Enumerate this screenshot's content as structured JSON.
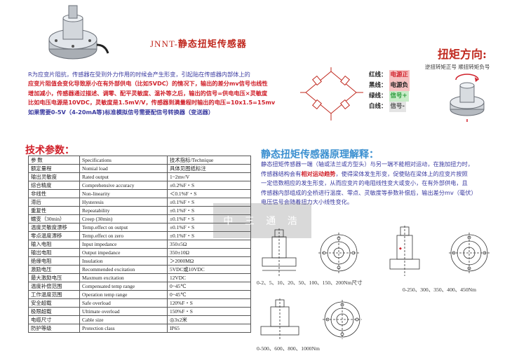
{
  "header": {
    "model_prefix": "JNNT-",
    "title": "静态扭矩传感器"
  },
  "description": {
    "line1a": "R为应变片阻抗，传感器在受到外力作用的时候会产生形变，引起贴在传感器内部体上的",
    "line2a": "应变片阻值会变化导致原小在有外部供电（比如5VDC）的情况下，输出的差分mv信号也线性",
    "line3a": "增加减小，传感器通过描述、调零、配平灵敏度、温补等之后，输出的信号=供电电压×灵敏度",
    "line4a": "比如电压电源是10VDC，灵敏度是1.5mV/V，传感器到满量程时输出的电压=10x1.5=15mv",
    "line5a": "如果需要0-5V（4-20mA等)标准模拟信号需要配信号转换器（变送器）"
  },
  "wires": [
    {
      "label": "红线：",
      "value": "电源正",
      "color": "#d0202a"
    },
    {
      "label": "黑线：",
      "value": "电源负",
      "color": "#222222"
    },
    {
      "label": "绿线：",
      "value": "信号+",
      "color": "#2a9a3a"
    },
    {
      "label": "白线：",
      "value": "信号-",
      "color": "#555555"
    }
  ],
  "torque_direction": {
    "title": "扭矩方向:",
    "subtitle": "逆扭转矩正号  顺扭转矩负号"
  },
  "params": {
    "title": "技术参数：",
    "rows": [
      [
        "参  数",
        "Specifications",
        "技术指标/Technique"
      ],
      [
        "额定量程",
        "Nomial load",
        "具体见图纸标注"
      ],
      [
        "输出灵敏度",
        "Rated output",
        "1~2mv/V"
      ],
      [
        "综合精度",
        "Comprehensive accuracy",
        "±0.2%F・S"
      ],
      [
        "非线性",
        "Non-linearity",
        "＜0.1%F・S"
      ],
      [
        "滞后",
        "Hysteresis",
        "±0.1%F・S"
      ],
      [
        "重复性",
        "Repeatability",
        "±0.1%F・S"
      ],
      [
        "蠕变（30min）",
        "Creep (30min)",
        "±0.1%F・S"
      ],
      [
        "温度灵敏度漂移",
        "Temp.effect on output",
        "±0.1%F・S"
      ],
      [
        "零点温度漂移",
        "Temp.effect on zero",
        "±0.1%F・S"
      ],
      [
        "输入电阻",
        "Input impedance",
        "350±5Ω"
      ],
      [
        "输出电阻",
        "Output impedance",
        "350±10Ω"
      ],
      [
        "绝缘电阻",
        "Insulation",
        "＞2000MΩ"
      ],
      [
        "激励电压",
        "Recommended excitation",
        "5VDC或10VDC"
      ],
      [
        "最大激励电压",
        "Maxmum excitation",
        "12VDC"
      ],
      [
        "温度补偿范围",
        "Compensated temp range",
        "0~45℃"
      ],
      [
        "工作温度范围",
        "Operation temp range",
        "0~45℃"
      ],
      [
        "安全超载",
        "Safe overload",
        "120%F・S"
      ],
      [
        "极限超载",
        "Ultimate overload",
        "150%F・S"
      ],
      [
        "电缆尺寸",
        "Cable size",
        "◎3x2米"
      ],
      [
        "防护等级",
        "Protection class",
        "IP65"
      ]
    ]
  },
  "principle": {
    "title": "静态扭矩传感器原理解释：",
    "text_a": "静态扭矩传感器一端（轴或法兰或方型头）与另一端不能相对运动，在施加扭力时，",
    "text_b": "传感器结构会有",
    "text_red": "相对运动趋势",
    "text_c": "，使得梁体发生形变，促使贴在梁体上的应变片按照",
    "text_d": "一定倍数相应的发生形变，从而应变片的电阻线性变大或变小，在有外部供电，且",
    "text_e": "传感器内部组成的全桥进行温度、零点、灵敏度等参数补偿后，输出差分mv（毫伏）",
    "text_f": "电压信号会随着扭力大小线性变化。",
    "watermark": "中 三 通 浩"
  },
  "drawings": {
    "caption1": "0-2、5、10、20、50、100、150、200Nm尺寸",
    "caption2": "0-250、300、350、400、450Nm",
    "caption3": "0-500、600、800、1000Nm"
  }
}
